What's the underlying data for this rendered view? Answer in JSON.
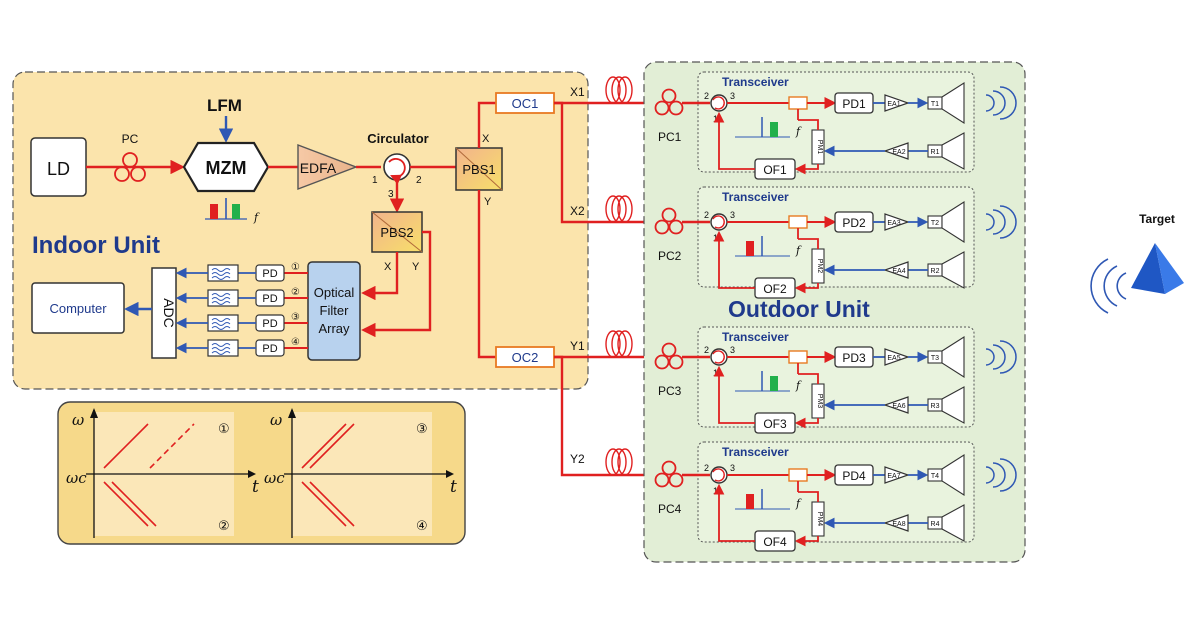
{
  "indoor": {
    "title": "Indoor Unit",
    "lfm": "LFM",
    "ld": "LD",
    "pc": "PC",
    "mzm": "MZM",
    "edfa": "EDFA",
    "circulator": "Circulator",
    "port1": "1",
    "port2": "2",
    "port3": "3",
    "pbs1": "PBS1",
    "pbs2": "PBS2",
    "x": "X",
    "y": "Y",
    "oc1": "OC1",
    "oc2": "OC2",
    "computer": "Computer",
    "adc": "ADC",
    "pd": "PD",
    "filter_line1": "Optical",
    "filter_line2": "Filter",
    "filter_line3": "Array",
    "circ1": "①",
    "circ2": "②",
    "circ3": "③",
    "circ4": "④",
    "f": "f"
  },
  "fibers": {
    "x1": "X1",
    "x2": "X2",
    "y1": "Y1",
    "y2": "Y2"
  },
  "outdoor": {
    "title": "Outdoor Unit",
    "transceiver": "Transceiver",
    "port1": "1",
    "port2": "2",
    "port3": "3",
    "f": "f",
    "units": [
      {
        "pc": "PC1",
        "pd": "PD1",
        "of": "OF1",
        "pm": "PM1",
        "ea_tx": "EA1",
        "ea_rx": "EA2",
        "t": "T1",
        "r": "R1"
      },
      {
        "pc": "PC2",
        "pd": "PD2",
        "of": "OF2",
        "pm": "PM2",
        "ea_tx": "EA3",
        "ea_rx": "EA4",
        "t": "T2",
        "r": "R2"
      },
      {
        "pc": "PC3",
        "pd": "PD3",
        "of": "OF3",
        "pm": "PM3",
        "ea_tx": "EA5",
        "ea_rx": "EA6",
        "t": "T3",
        "r": "R3"
      },
      {
        "pc": "PC4",
        "pd": "PD4",
        "of": "OF4",
        "pm": "PM4",
        "ea_tx": "EA7",
        "ea_rx": "EA8",
        "t": "T4",
        "r": "R4"
      }
    ]
  },
  "target": {
    "label": "Target"
  },
  "inset": {
    "omega": "ω",
    "omega_c": "ωc",
    "t": "t",
    "c1": "①",
    "c2": "②",
    "c3": "③",
    "c4": "④"
  },
  "colors": {
    "fiber": "#e02020",
    "electrical": "#2f58b4",
    "indoor_bg": "#fbe4ac",
    "outdoor_bg": "#e2eed6",
    "title_blue": "#1f3a8c"
  }
}
